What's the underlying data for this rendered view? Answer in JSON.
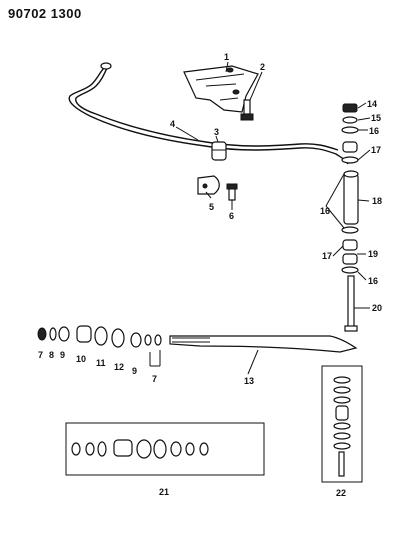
{
  "document": {
    "id": "90702 1300"
  },
  "callouts": {
    "c1": "1",
    "c2": "2",
    "c3": "3",
    "c4": "4",
    "c5": "5",
    "c6": "6",
    "c7a": "7",
    "c7b": "7",
    "c8": "8",
    "c9a": "9",
    "c9b": "9",
    "c10": "10",
    "c11": "11",
    "c12": "12",
    "c13": "13",
    "c14": "14",
    "c15": "15",
    "c16a": "16",
    "c16b": "16",
    "c16c": "16",
    "c17a": "17",
    "c17b": "17",
    "c18": "18",
    "c19": "19",
    "c20": "20",
    "c21": "21",
    "c22": "22"
  }
}
